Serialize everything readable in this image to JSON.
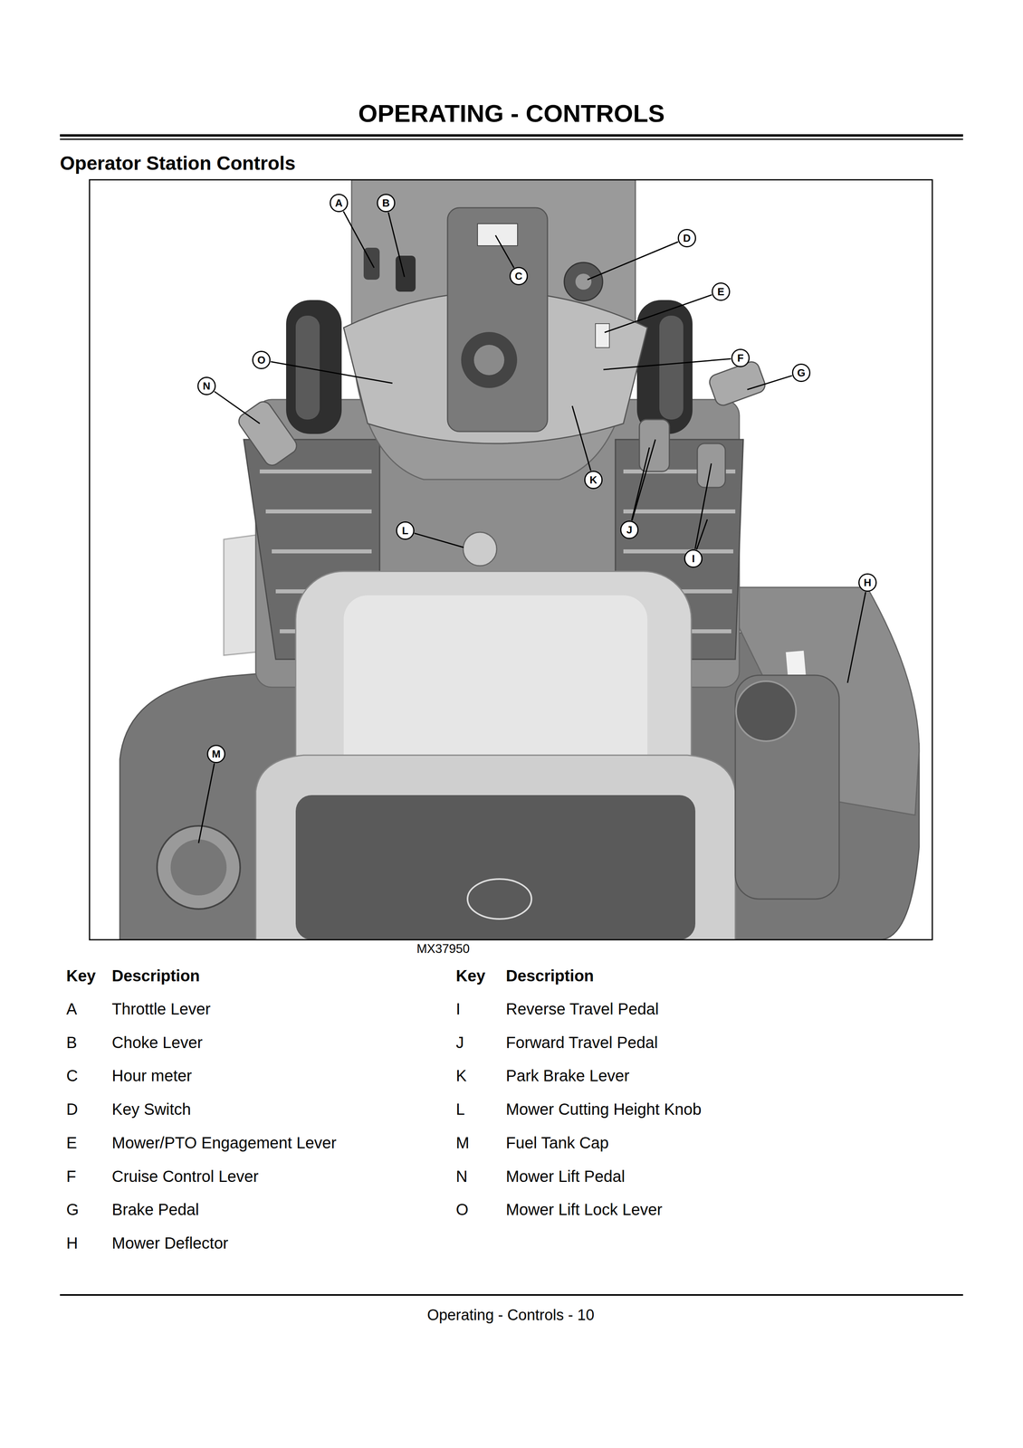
{
  "diagram": {
    "title": "OPERATING - CONTROLS",
    "nodes": [
      {
        "text": [
          "A"
        ]
      },
      {
        "text": [
          "B"
        ]
      },
      {
        "text": [
          "C"
        ]
      },
      {
        "text": [
          "D"
        ]
      },
      {
        "text": [
          "E"
        ]
      },
      {
        "text": [
          "F"
        ]
      },
      {
        "text": [
          "G"
        ]
      },
      {
        "text": [
          "H"
        ]
      },
      {
        "text": [
          "I"
        ]
      },
      {
        "text": [
          "J"
        ]
      },
      {
        "text": [
          "K"
        ]
      },
      {
        "text": [
          "L"
        ]
      },
      {
        "text": [
          "M"
        ]
      },
      {
        "text": [
          "N"
        ]
      },
      {
        "text": [
          "O"
        ]
      }
    ],
    "labels": [
      "Operator Station Controls",
      "MX37950",
      "Key",
      "Description",
      "Key",
      "Description",
      "A",
      "Throttle Lever",
      "B",
      "Choke Lever",
      "C",
      "Hour meter",
      "D",
      "Key Switch",
      "E",
      "Mower/PTO Engagement Lever",
      "F",
      "Cruise Control Lever",
      "G",
      "Brake Pedal",
      "H",
      "Mower Deflector",
      "I",
      "Reverse Travel Pedal",
      "J",
      "Forward Travel Pedal",
      "K",
      "Park Brake Lever",
      "L",
      "Mower Cutting Height Knob",
      "M",
      "Fuel Tank Cap",
      "N",
      "Mower Lift Pedal",
      "O",
      "Mower Lift Lock Lever",
      "Operating - Controls - 10"
    ]
  }
}
